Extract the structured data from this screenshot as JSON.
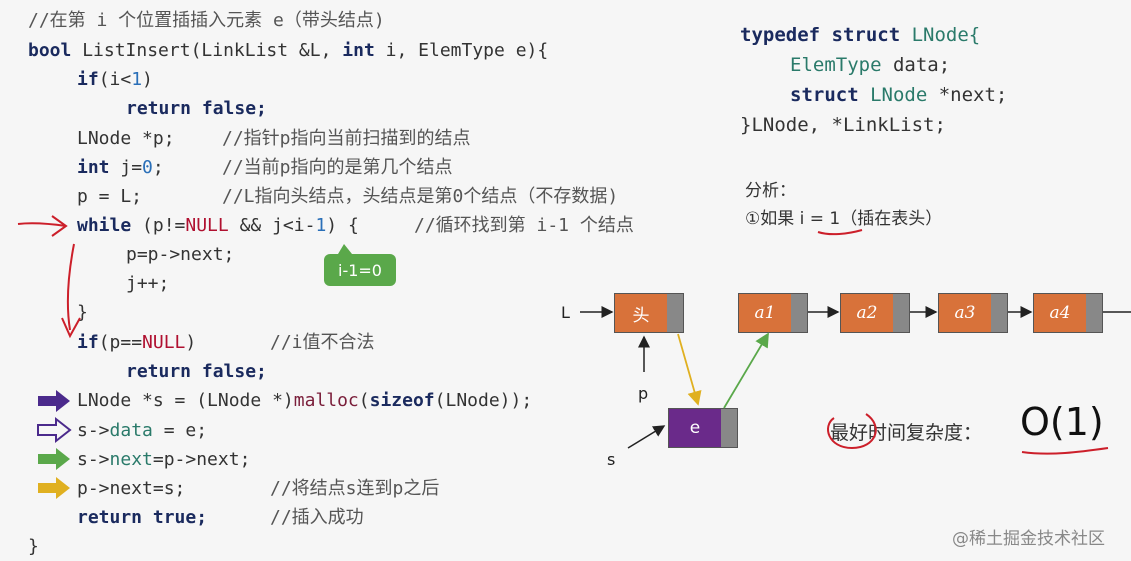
{
  "code": {
    "line1": "//在第 i 个位置插插入元素 e（带头结点)",
    "sig_bool": "bool",
    "sig_rest": " ListInsert(LinkList &L, ",
    "sig_int": "int",
    "sig_i": " i, ElemType e){",
    "if1": "if",
    "if1_cond_a": "(i<",
    "if1_num": "1",
    "if1_cond_b": ")",
    "ret_false": "return false;",
    "lnode_decl": "LNode *p;",
    "lnode_cm": "//指针p指向当前扫描到的结点",
    "int_kw": "int",
    "int_rest": " j=",
    "int_num": "0",
    "int_semi": ";",
    "int_cm": "//当前p指向的是第几个结点",
    "p_assign": "p = L;",
    "p_cm": "//L指向头结点，头结点是第0个结点（不存数据)",
    "while_kw": "while",
    "while_a": " (p!=",
    "while_null": "NULL",
    "while_b": " && j<i-",
    "while_num": "1",
    "while_c": ") {",
    "while_cm": "//循环找到第 i-1 个结点",
    "pp_next": "p=p->next;",
    "jpp": "j++;",
    "close": "}",
    "if2_kw": "if",
    "if2_a": "(p==",
    "if2_null": "NULL",
    "if2_b": ")",
    "if2_cm": "//i值不合法",
    "ret_false2": "return false;",
    "malloc_a": "LNode *s = (LNode *)",
    "malloc_fn": "malloc",
    "malloc_b": "(",
    "malloc_sz": "sizeof",
    "malloc_c": "(LNode));",
    "sdata_a": "s->",
    "sdata_b": "data",
    "sdata_c": " = e;",
    "snext_a": "s->",
    "snext_b": "next",
    "snext_c": "=p->next;",
    "pnext": "p->next=s;",
    "pnext_cm": "//将结点s连到p之后",
    "ret_true": "return true;",
    "ret_true_cm": "//插入成功",
    "end": "}"
  },
  "struct": {
    "l1_kw": "typedef struct",
    "l1_name": " LNode{",
    "l2_ty": "ElemType",
    "l2_rest": " data;",
    "l3_kw": "struct",
    "l3_ty": " LNode",
    "l3_rest": " *next;",
    "l4": "}LNode, *LinkList;"
  },
  "analysis": {
    "title": "分析：",
    "case1": "①如果 i = 1（插在表头）",
    "best_label": "最好时间复杂度：",
    "complexity": "O(1)"
  },
  "tooltip": "i-1=0",
  "diagram": {
    "L_label": "L",
    "p_label": "p",
    "s_label": "s",
    "head": "头",
    "e": "e",
    "nodes": [
      "a1",
      "a2",
      "a3",
      "a4"
    ]
  },
  "colors": {
    "arrow_purple": "#4b2a8c",
    "arrow_green": "#5aa84a",
    "arrow_yellow": "#e0b020",
    "handwriting_red": "#cc1f2a",
    "node_orange": "#d8723a"
  },
  "watermark": "@稀土掘金技术社区"
}
